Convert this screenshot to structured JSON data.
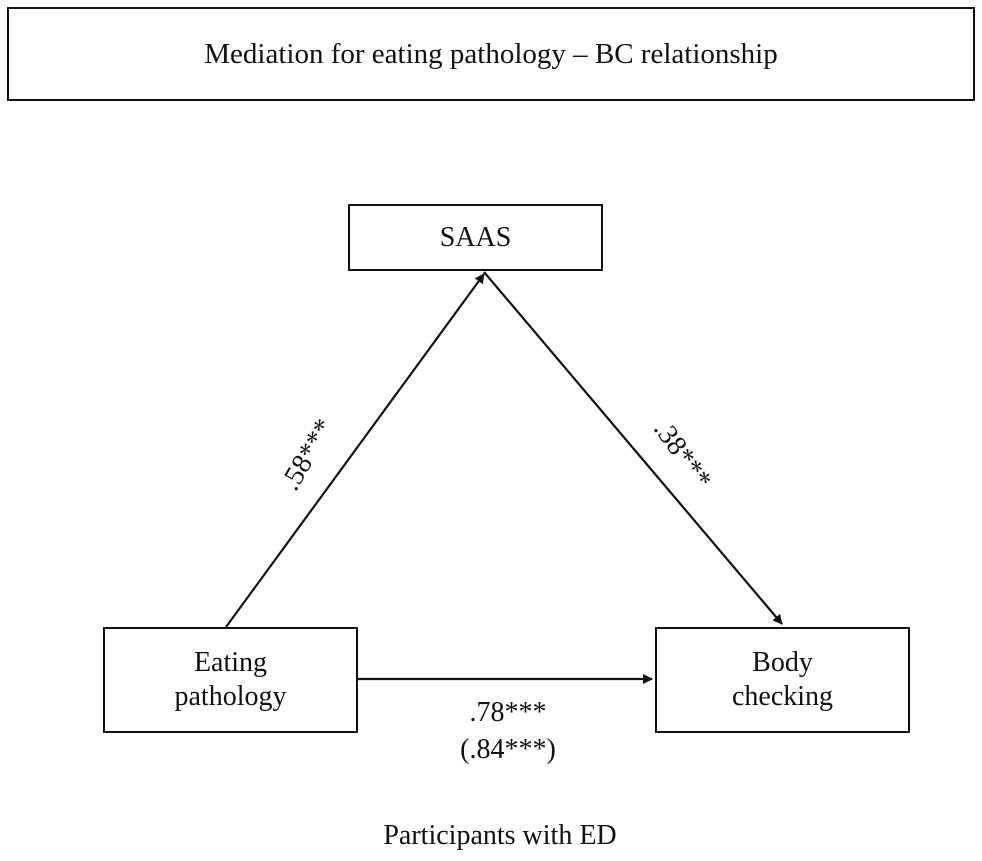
{
  "title": "Mediation for eating pathology – BC relationship",
  "nodes": {
    "mediator": "SAAS",
    "predictor_line1": "Eating",
    "predictor_line2": "pathology",
    "outcome_line1": "Body",
    "outcome_line2": "checking"
  },
  "paths": {
    "a": ".58***",
    "b": ".38***",
    "c_direct": ".78***",
    "c_total": "(.84***)"
  },
  "caption": "Participants with ED"
}
